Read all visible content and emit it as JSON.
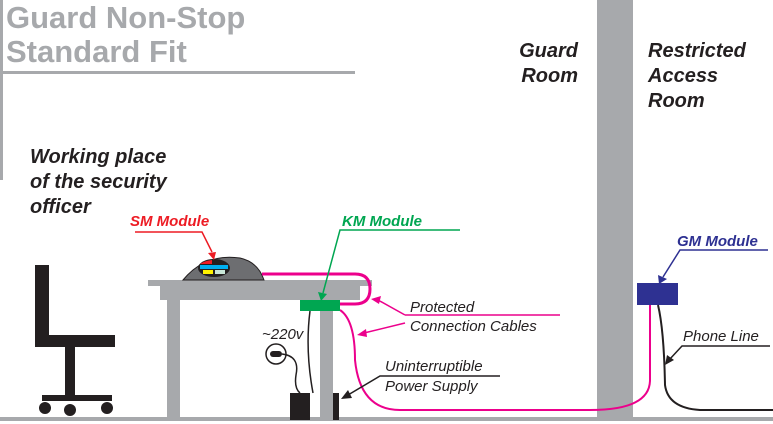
{
  "title": {
    "line1": "Guard Non-Stop",
    "line2": "Standard Fit"
  },
  "rooms": {
    "guard": [
      "Guard",
      "Room"
    ],
    "restricted": [
      "Restricted",
      "Access",
      "Room"
    ]
  },
  "workplace": [
    "Working place",
    "of the security",
    "officer"
  ],
  "modules": {
    "sm": "SM Module",
    "km": "KM Module",
    "gm": "GM Module"
  },
  "labels": {
    "cables": [
      "Protected",
      "Connection Cables"
    ],
    "voltage": "~220v",
    "ups": [
      "Uninterruptible",
      "Power Supply"
    ],
    "phone": "Phone Line"
  },
  "colors": {
    "gray": "#a7a9ac",
    "sm": "#ed1c24",
    "km": "#00a651",
    "gm": "#2e3192",
    "cable": "#ec008c"
  }
}
